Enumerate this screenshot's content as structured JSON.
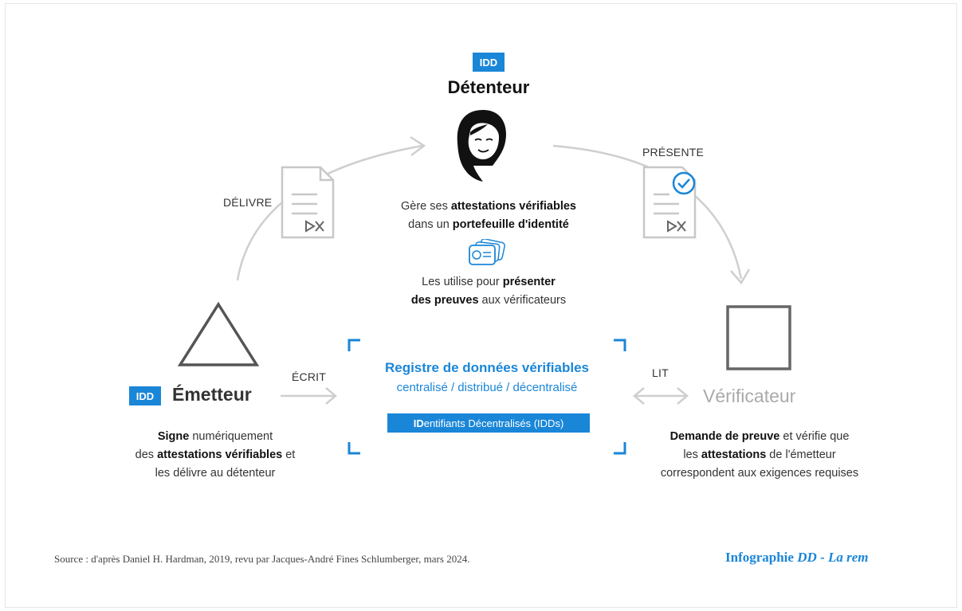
{
  "holder": {
    "badge": "IDD",
    "title": "Détenteur",
    "desc1": {
      "p1": "Gère ses ",
      "b1": "attestations vérifiables",
      "p2": "dans un ",
      "b2": "portefeuille d'identité"
    },
    "desc2": {
      "p1": "Les utilise pour ",
      "b1": "présenter",
      "b2": "des preuves",
      "p2": " aux vérificateurs"
    }
  },
  "issuer": {
    "badge": "IDD",
    "title": "Émetteur",
    "desc": {
      "b1": "Signe",
      "p1": " numériquement",
      "p2": "des ",
      "b2": "attestations vérifiables",
      "p3": " et",
      "p4": "les délivre au détenteur"
    }
  },
  "verifier": {
    "title": "Vérificateur",
    "desc": {
      "b1": "Demande de preuve",
      "p1": " et vérifie que",
      "p2": "les ",
      "b2": "attestations",
      "p3": " de l'émetteur",
      "p4": "correspondent aux exigences requises"
    }
  },
  "registry": {
    "title": "Registre de données vérifiables",
    "subtitle": "centralisé / distribué / décentralisé",
    "did_bold": "ID",
    "did_rest": "entifiants Décentralisés (IDDs)"
  },
  "flows": {
    "delivers": "DÉLIVRE",
    "presents": "PRÉSENTE",
    "writes": "ÉCRIT",
    "reads": "LIT"
  },
  "footer": {
    "source": "Source : d'après Daniel H. Hardman, 2019, revu par Jacques-André Fines Schlumberger, mars 2024.",
    "credit_prefix": "Infographie ",
    "credit_italic1": "DD",
    "credit_sep": " - ",
    "credit_italic2": "La rem"
  },
  "colors": {
    "accent": "#1a86d8",
    "gray": "#c8c8c8",
    "dark_gray": "#666666"
  }
}
